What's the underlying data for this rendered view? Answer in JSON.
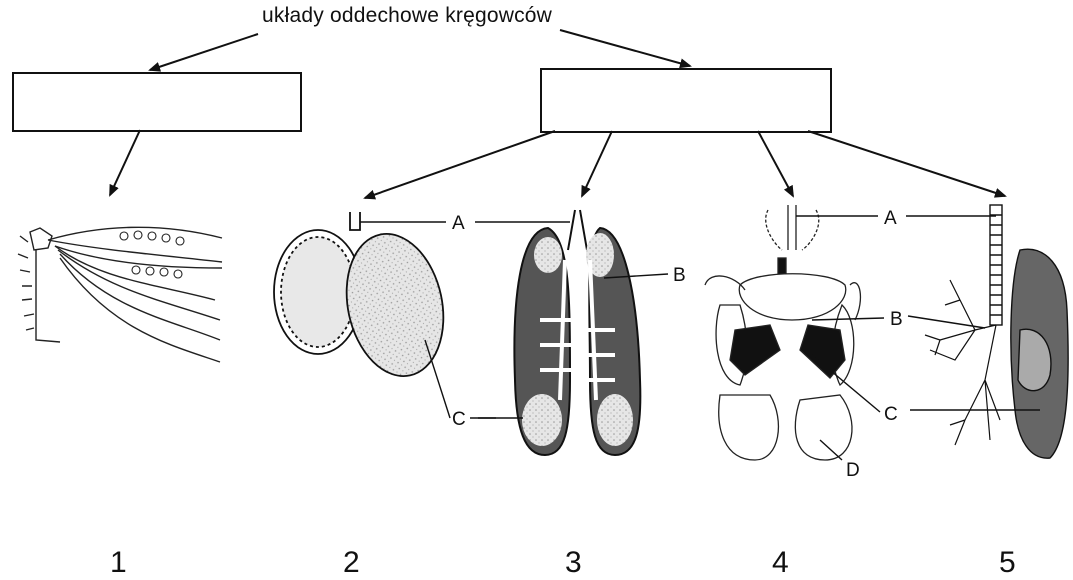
{
  "title": "układy oddechowe kręgowców",
  "panels": [
    "1",
    "2",
    "3",
    "4",
    "5"
  ],
  "labels": {
    "panel2": [
      "A",
      "C"
    ],
    "panel3": [
      "B"
    ],
    "panel4": [
      "A",
      "B",
      "C",
      "D"
    ]
  },
  "boxes": {
    "left": "",
    "right": ""
  }
}
